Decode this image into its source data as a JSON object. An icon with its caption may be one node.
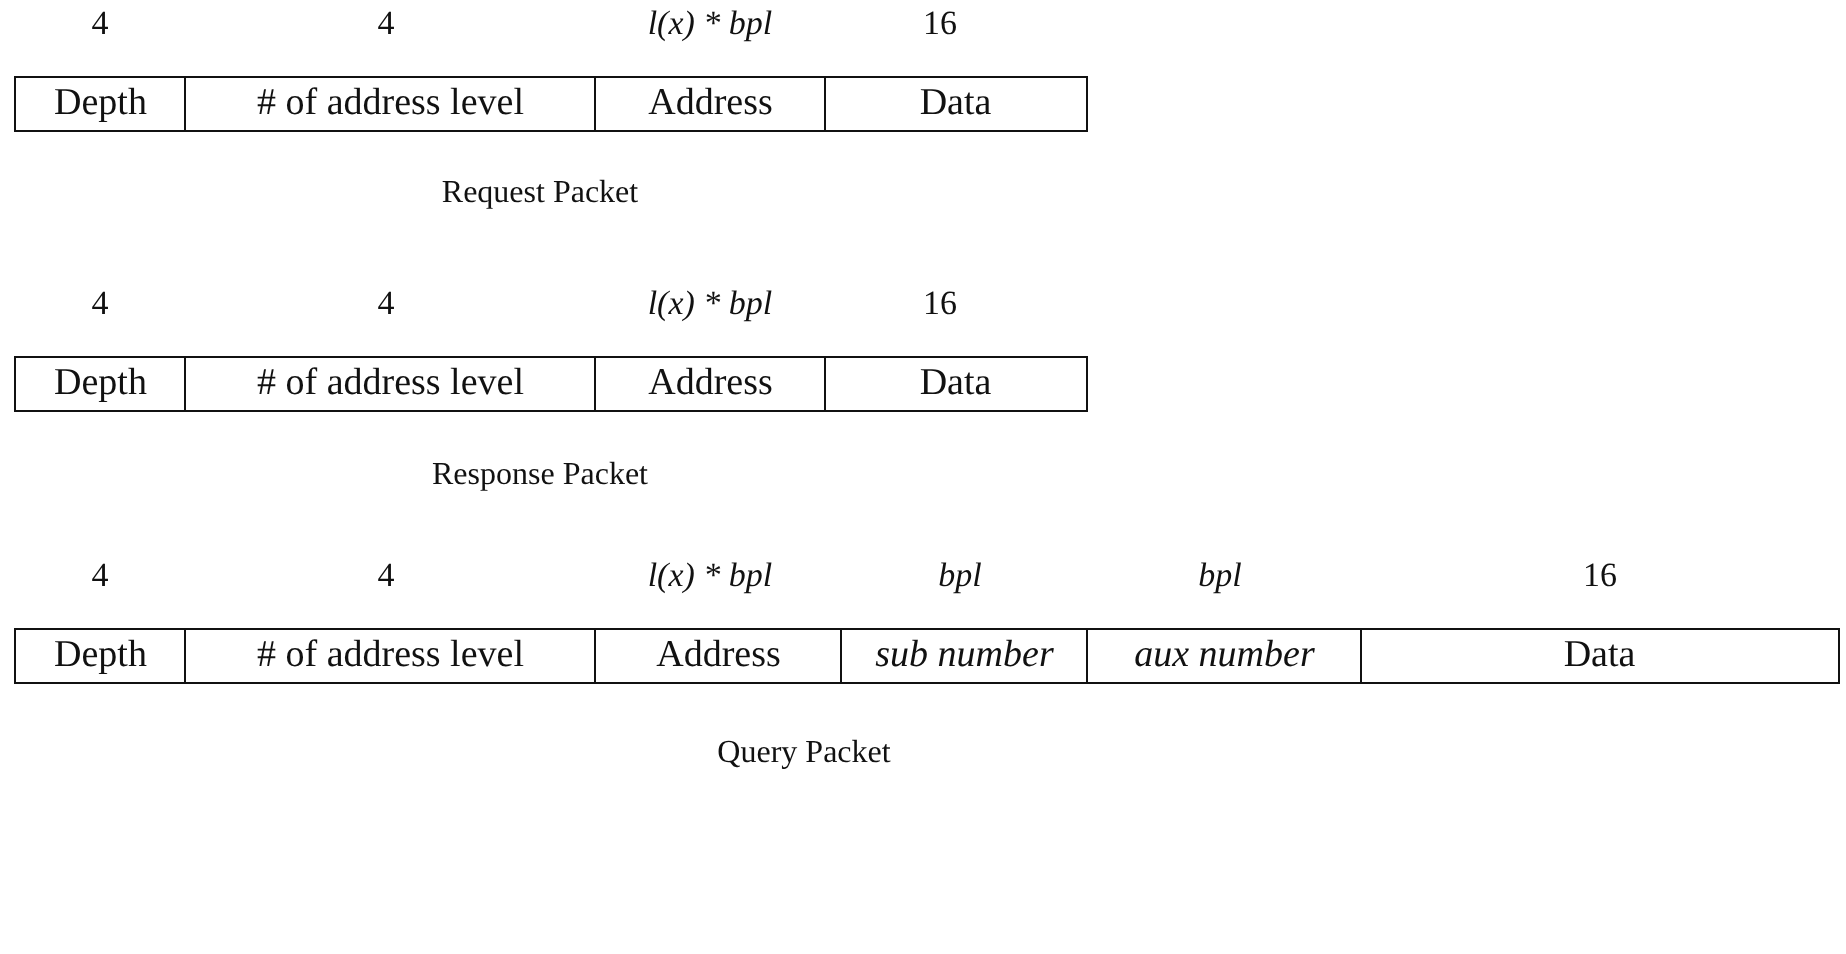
{
  "diagram": {
    "nodes": [
      {
        "text": [
          "Depth"
        ]
      },
      {
        "text": [
          "# of address level"
        ]
      },
      {
        "text": [
          "Address"
        ]
      },
      {
        "text": [
          "Data"
        ]
      },
      {
        "text": [
          "Depth"
        ]
      },
      {
        "text": [
          "# of address level"
        ]
      },
      {
        "text": [
          "Address"
        ]
      },
      {
        "text": [
          "Data"
        ]
      },
      {
        "text": [
          "Depth"
        ]
      },
      {
        "text": [
          "# of address level"
        ]
      },
      {
        "text": [
          "Address"
        ]
      },
      {
        "text": [
          "sub number"
        ]
      },
      {
        "text": [
          "aux number"
        ]
      },
      {
        "text": [
          "Data"
        ]
      }
    ],
    "edges": [],
    "labels": [
      "4",
      "4",
      "l(x) * bpl",
      "16",
      "Request Packet",
      "4",
      "4",
      "l(x) * bpl",
      "16",
      "Response Packet",
      "4",
      "4",
      "l(x) * bpl",
      "bpl",
      "bpl",
      "16",
      "Query Packet"
    ]
  }
}
